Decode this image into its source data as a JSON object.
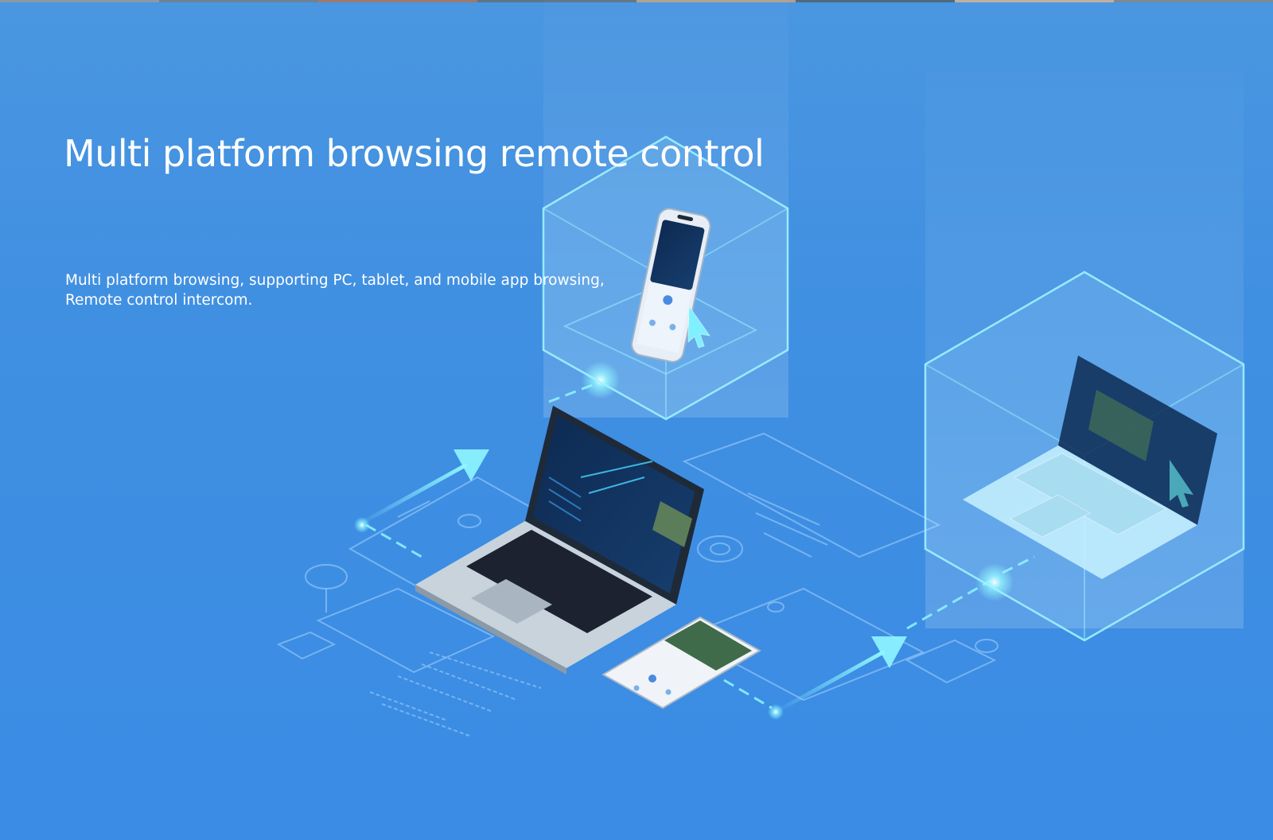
{
  "hero": {
    "title": "Multi platform browsing remote control",
    "description_lines": [
      "Multi platform browsing, supporting PC, tablet, and mobile app browsing,",
      "Remote control intercom."
    ]
  },
  "colors": {
    "background": "#3f8fe2",
    "cube_glow": "#7ff0ff",
    "line_light": "#a8d4ff",
    "screen_dark": "#0f2a4d",
    "laptop_body": "#c8d3dc"
  },
  "icons": [
    "phone-device-icon",
    "laptop-device-icon",
    "laptop-glass-icon",
    "cursor-icon",
    "arrow-icon"
  ]
}
